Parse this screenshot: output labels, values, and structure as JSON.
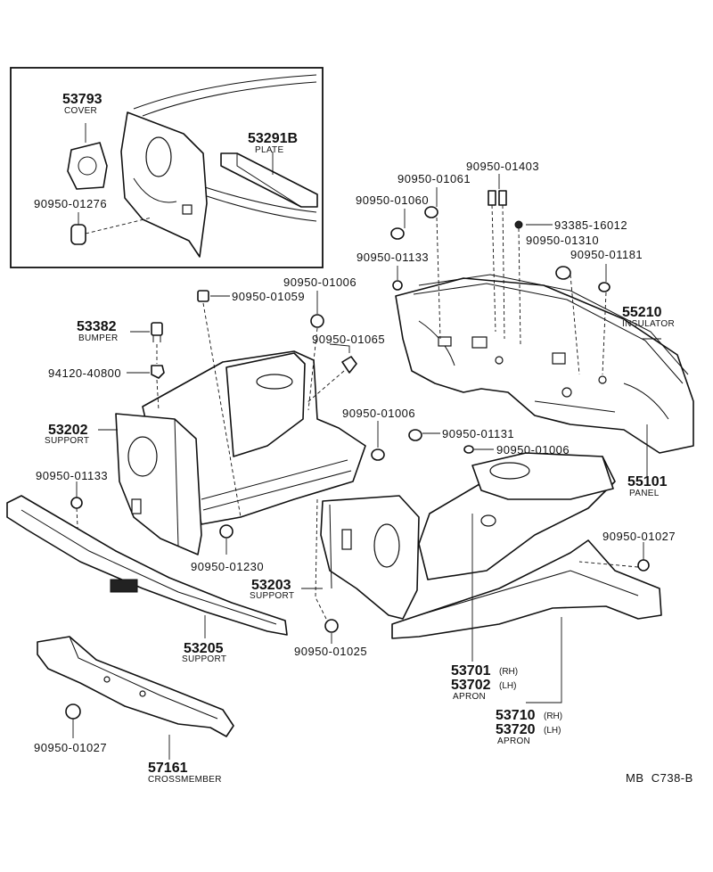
{
  "inset": {
    "cover": {
      "number": "53793",
      "name": "COVER"
    },
    "plate": {
      "number": "53291B",
      "name": "PLATE"
    },
    "clip": "90950-01276"
  },
  "parts": {
    "p90950_01403": "90950-01403",
    "p90950_01061": "90950-01061",
    "p90950_01060": "90950-01060",
    "p93385_16012": "93385-16012",
    "p90950_01310": "90950-01310",
    "p90950_01133_top": "90950-01133",
    "p90950_01181": "90950-01181",
    "p90950_01006_a": "90950-01006",
    "p90950_01059": "90950-01059",
    "p90950_01065": "90950-01065",
    "p94120_40800": "94120-40800",
    "p90950_01006_b": "90950-01006",
    "p90950_01131": "90950-01131",
    "p90950_01006_c": "90950-01006",
    "p90950_01133_left": "90950-01133",
    "p90950_01230": "90950-01230",
    "p90950_01027_right": "90950-01027",
    "p90950_01025": "90950-01025",
    "p90950_01027_bottom": "90950-01027"
  },
  "named": {
    "bumper": {
      "number": "53382",
      "name": "BUMPER"
    },
    "insulator": {
      "number": "55210",
      "name": "INSULATOR"
    },
    "support_53202": {
      "number": "53202",
      "name": "SUPPORT"
    },
    "panel": {
      "number": "55101",
      "name": "PANEL"
    },
    "support_53203": {
      "number": "53203",
      "name": "SUPPORT"
    },
    "support_53205": {
      "number": "53205",
      "name": "SUPPORT"
    },
    "apron_a": {
      "number_rh": "53701",
      "side_rh": "(RH)",
      "number_lh": "53702",
      "side_lh": "(LH)",
      "name": "APRON"
    },
    "apron_b": {
      "number_rh": "53710",
      "side_rh": "(RH)",
      "number_lh": "53720",
      "side_lh": "(LH)",
      "name": "APRON"
    },
    "crossmember": {
      "number": "57161",
      "name": "CROSSMEMBER"
    }
  },
  "diagram_code": "MB  C738-B"
}
